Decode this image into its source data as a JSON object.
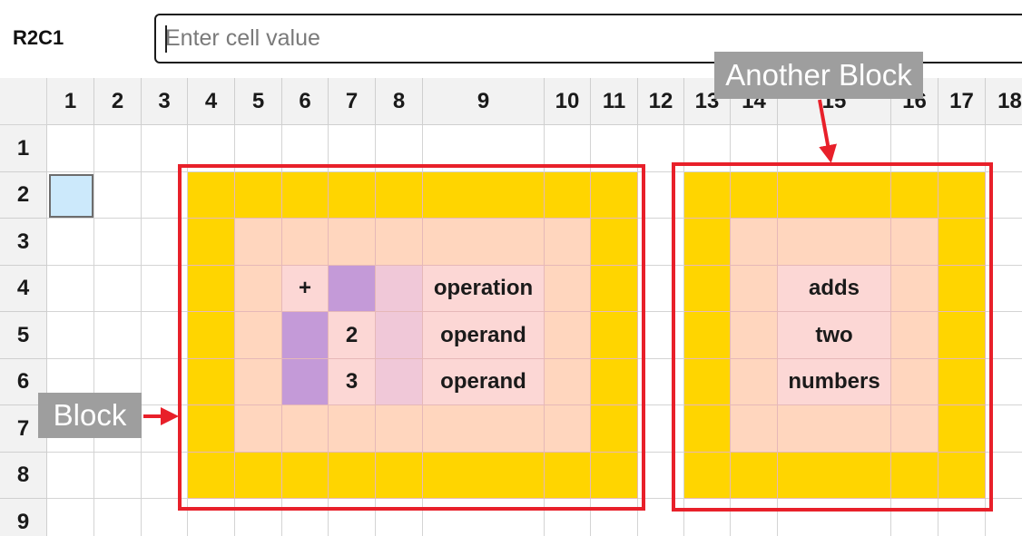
{
  "toolbar": {
    "cell_reference": "R2C1",
    "value_placeholder": "Enter cell value"
  },
  "columns": [
    "1",
    "2",
    "3",
    "4",
    "5",
    "6",
    "7",
    "8",
    "9",
    "10",
    "11",
    "12",
    "13",
    "14",
    "15",
    "16",
    "17",
    "18"
  ],
  "rows": [
    "1",
    "2",
    "3",
    "4",
    "5",
    "6",
    "7",
    "8",
    "9"
  ],
  "selected_cell": {
    "row": 2,
    "col": 1
  },
  "colors": {
    "frame": "#ffd500",
    "inner": "#ffd6be",
    "light_pink": "#fcd7d5",
    "purple": "#c49ad8",
    "pale_mauve": "#f0c8d8",
    "block_outline": "#e8202a",
    "label_bg": "#9e9e9e"
  },
  "blocks": [
    {
      "name": "Block",
      "col_range": [
        4,
        11
      ],
      "row_range": [
        2,
        8
      ],
      "cells": [
        {
          "row": 4,
          "col": 6,
          "text": "+",
          "fill": "light_pink"
        },
        {
          "row": 4,
          "col": 7,
          "text": "",
          "fill": "purple"
        },
        {
          "row": 4,
          "col": 8,
          "text": "",
          "fill": "pale_mauve"
        },
        {
          "row": 4,
          "col": 9,
          "text": "operation",
          "fill": "light_pink"
        },
        {
          "row": 5,
          "col": 6,
          "text": "",
          "fill": "purple"
        },
        {
          "row": 5,
          "col": 7,
          "text": "2",
          "fill": "light_pink"
        },
        {
          "row": 5,
          "col": 8,
          "text": "",
          "fill": "pale_mauve"
        },
        {
          "row": 5,
          "col": 9,
          "text": "operand",
          "fill": "light_pink"
        },
        {
          "row": 6,
          "col": 6,
          "text": "",
          "fill": "purple"
        },
        {
          "row": 6,
          "col": 7,
          "text": "3",
          "fill": "light_pink"
        },
        {
          "row": 6,
          "col": 8,
          "text": "",
          "fill": "pale_mauve"
        },
        {
          "row": 6,
          "col": 9,
          "text": "operand",
          "fill": "light_pink"
        }
      ]
    },
    {
      "name": "Another Block",
      "col_range": [
        13,
        17
      ],
      "row_range": [
        2,
        8
      ],
      "cells": [
        {
          "row": 4,
          "col": 15,
          "text": "adds",
          "fill": "light_pink"
        },
        {
          "row": 5,
          "col": 15,
          "text": "two",
          "fill": "light_pink"
        },
        {
          "row": 6,
          "col": 15,
          "text": "numbers",
          "fill": "light_pink"
        }
      ]
    }
  ]
}
